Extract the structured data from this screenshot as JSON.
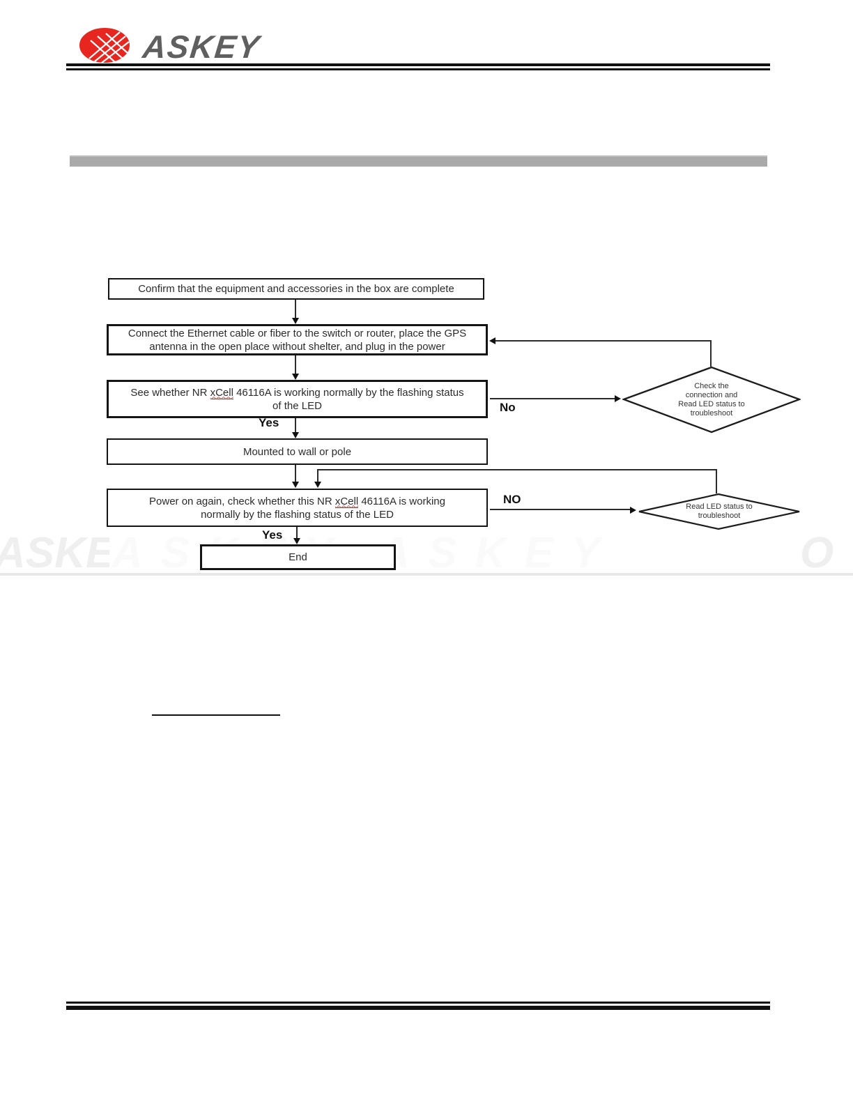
{
  "header": {
    "brand": "ASKEY"
  },
  "flowchart": {
    "box1": "Confirm that the equipment and accessories in the box are complete",
    "box2": "Connect the Ethernet cable or fiber to the switch or router, place the GPS antenna in the open place without shelter, and plug in the power",
    "box3": {
      "pre": "See whether NR ",
      "term": "xCell",
      "post": " 46116A is working normally by the flashing status of the LED"
    },
    "box4": "Mounted to wall or pole",
    "box5": {
      "pre": "Power on again, check whether this NR ",
      "term": "xCell",
      "post": " 46116A is working normally by the flashing status of the LED"
    },
    "end": "End",
    "labels": {
      "yes1": "Yes",
      "no1": "No",
      "yes2": "Yes",
      "no2": "NO"
    },
    "diamond1": {
      "line1": "Check the",
      "line2": "connection and",
      "line3": "Read LED status to",
      "line4": "troubleshoot"
    },
    "diamond2": {
      "line1": "Read LED status to",
      "line2": "troubleshoot"
    }
  },
  "watermark": {
    "left": "ASKE",
    "middle": "ASKEY ASKEY",
    "right": "O"
  },
  "colors": {
    "logo_red": "#e6261f",
    "logo_text_gray": "#5f5f5f",
    "divider_gray": "#a9a9a9",
    "watermark_gray": "#efefef"
  }
}
